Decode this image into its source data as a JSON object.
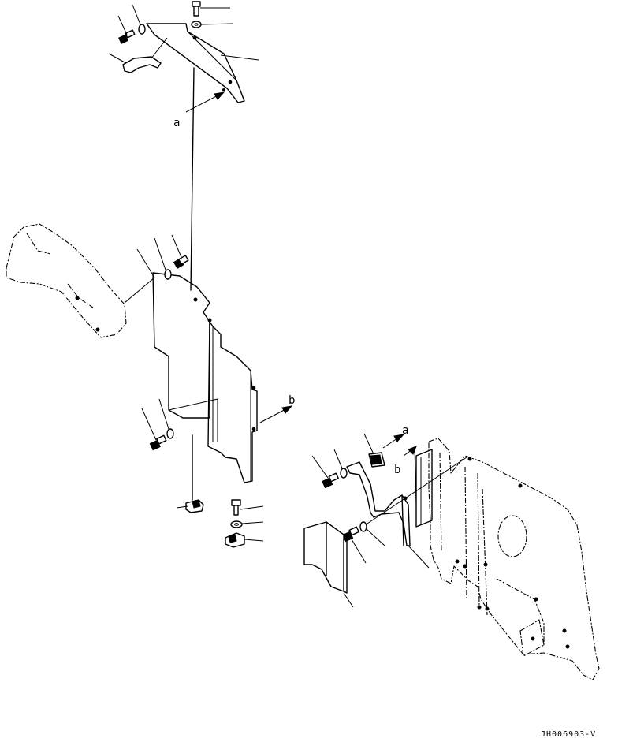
{
  "labels": {
    "ref_a_top": "a",
    "ref_b_mid": "b",
    "ref_a_right": "a",
    "ref_b_right": "b"
  },
  "drawing_code": "JH006903-V"
}
